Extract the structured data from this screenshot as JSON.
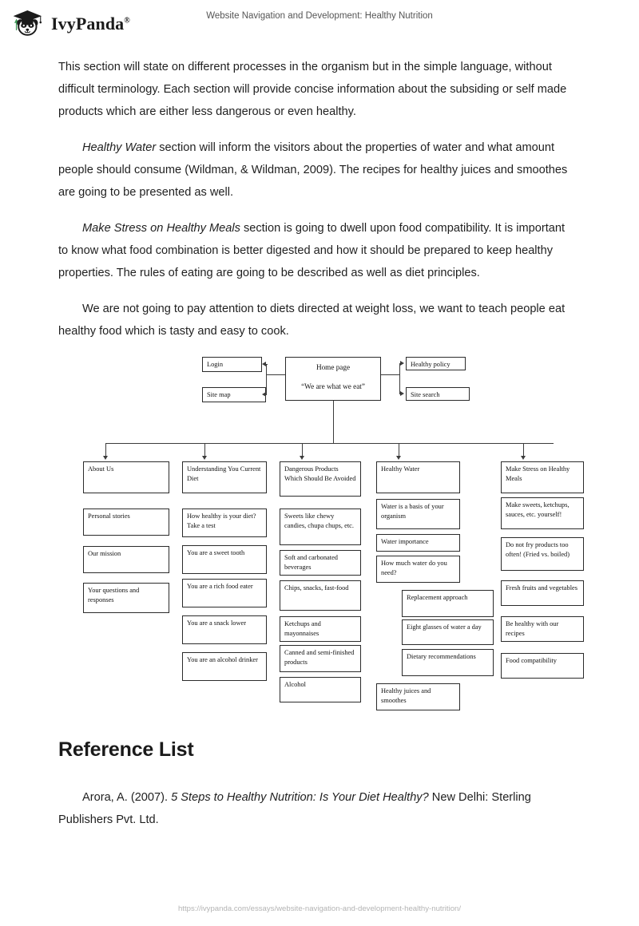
{
  "header": {
    "brand_name": "IvyPanda",
    "brand_registered": "®",
    "logo_icon": "panda-graduate-logo",
    "document_title": "Website Navigation and Development: Healthy Nutrition"
  },
  "body_paragraphs": [
    {
      "id": "p1",
      "indent": false,
      "runs": [
        {
          "style": "normal",
          "text": "This section will state on different processes in the organism but in the simple language, without difficult terminology. Each section will provide concise information about the subsiding or self made products which are either less dangerous or even healthy."
        }
      ]
    },
    {
      "id": "p2",
      "indent": true,
      "runs": [
        {
          "style": "italic",
          "text": "Healthy Water"
        },
        {
          "style": "normal",
          "text": " section will inform the visitors about the properties of water and what amount people should consume (Wildman, & Wildman, 2009). The recipes for healthy juices and smoothes are going to be presented as well."
        }
      ]
    },
    {
      "id": "p3",
      "indent": true,
      "runs": [
        {
          "style": "italic",
          "text": "Make Stress on Healthy Meals"
        },
        {
          "style": "normal",
          "text": " section is going to dwell upon food compatibility. It is important to know what food combination is better digested and how it should be prepared to keep healthy properties. The rules of eating are going to be described as well as diet principles."
        }
      ]
    },
    {
      "id": "p4",
      "indent": true,
      "runs": [
        {
          "style": "normal",
          "text": "We are not going to pay attention to diets directed at weight loss, we want to teach people eat healthy food which is tasty and easy to cook."
        }
      ]
    }
  ],
  "diagram": {
    "type": "site-map-flowchart",
    "root": {
      "label_line1": "Home page",
      "label_line2": "“We are what we eat”"
    },
    "left_utility_nodes": [
      {
        "label": "Login"
      },
      {
        "label": "Site map"
      }
    ],
    "right_utility_nodes": [
      {
        "label": "Healthy policy"
      },
      {
        "label": "Site search"
      }
    ],
    "columns": [
      {
        "id": "col-about-us",
        "heading": "About Us",
        "children": [
          {
            "label": "Personal stories"
          },
          {
            "label": "Our mission"
          },
          {
            "label": "Your questions and responses"
          }
        ]
      },
      {
        "id": "col-understanding-diet",
        "heading": "Understanding You Current Diet",
        "children": [
          {
            "label": "How healthy is your diet? Take a test"
          },
          {
            "label": "You are a sweet tooth"
          },
          {
            "label": "You are a rich food eater"
          },
          {
            "label": "You are a snack lower"
          },
          {
            "label": "You are an alcohol drinker"
          }
        ]
      },
      {
        "id": "col-dangerous-products",
        "heading": "Dangerous Products Which Should Be Avoided",
        "children": [
          {
            "label": "Sweets like chewy candies, chupa chups, etc."
          },
          {
            "label": "Soft and carbonated beverages"
          },
          {
            "label": "Chips, snacks, fast-food"
          },
          {
            "label": "Ketchups and mayonnaises"
          },
          {
            "label": "Canned and semi-finished products"
          },
          {
            "label": "Alcohol"
          }
        ]
      },
      {
        "id": "col-healthy-water",
        "heading": "Healthy Water",
        "children": [
          {
            "label": "Water is a basis of your organism"
          },
          {
            "label": "Water importance"
          },
          {
            "label": "How much water do you need?"
          },
          {
            "label": "Replacement approach",
            "indented": true
          },
          {
            "label": "Eight glasses of water a day",
            "indented": true
          },
          {
            "label": "Dietary recommendations",
            "indented": true
          },
          {
            "label": "Healthy juices and smoothes"
          }
        ]
      },
      {
        "id": "col-healthy-meals",
        "heading": "Make Stress on Healthy Meals",
        "children": [
          {
            "label": "Make sweets, ketchups, sauces, etc. yourself!"
          },
          {
            "label": "Do not fry products too often! (Fried vs. boiled)"
          },
          {
            "label": "Fresh fruits and vegetables"
          },
          {
            "label": "Be healthy with our recipes"
          },
          {
            "label": "Food compatibility"
          }
        ]
      }
    ]
  },
  "reference_section": {
    "heading": "Reference List",
    "entries": [
      {
        "runs": [
          {
            "style": "normal",
            "text": "Arora, A. (2007). "
          },
          {
            "style": "italic",
            "text": "5 Steps to Healthy Nutrition: Is Your Diet Healthy?"
          },
          {
            "style": "normal",
            "text": " New Delhi: Sterling Publishers Pvt. Ltd."
          }
        ]
      }
    ]
  },
  "footer": {
    "url": "https://ivypanda.com/essays/website-navigation-and-development-healthy-nutrition/"
  }
}
